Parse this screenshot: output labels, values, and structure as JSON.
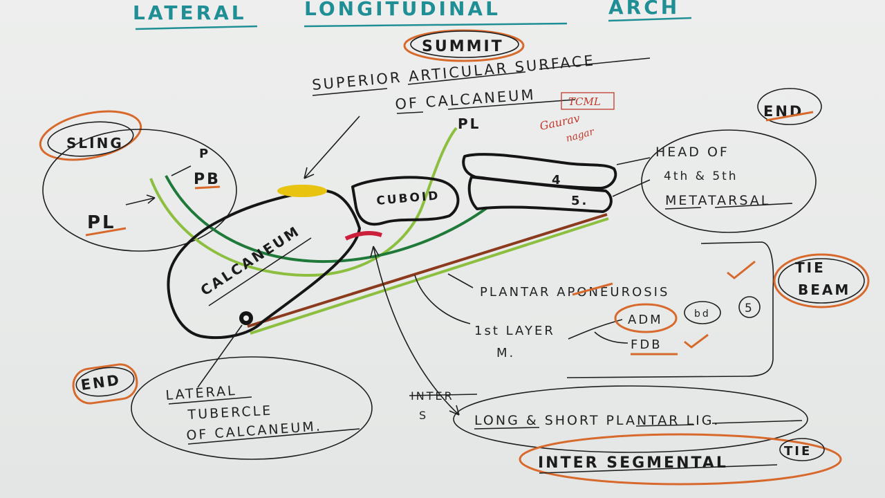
{
  "title": {
    "part1": "LATERAL",
    "part2": "LONGITUDINAL",
    "part3": "ARCH"
  },
  "summit": {
    "label": "SUMMIT",
    "desc_line1": "SUPERIOR ARTICULAR SURFACE",
    "desc_line2": "OF CALCANEUM"
  },
  "watermark": {
    "box": "TCML",
    "signature_line1": "Gaurav",
    "signature_line2": "nagar"
  },
  "sling": {
    "label": "SLING",
    "pb": "PB",
    "p_mark": "P",
    "pl_inner": "PL",
    "pl_top": "PL"
  },
  "bones": {
    "calcaneum": "CALCANEUM",
    "cuboid": "CUBOID",
    "mt4": "4",
    "mt5": "5."
  },
  "end_front": {
    "label": "END",
    "head_line1": "HEAD OF",
    "head_line2": "4th & 5th",
    "head_line3": "METATARSAL"
  },
  "end_back": {
    "label": "END",
    "tubercle_line1": "LATERAL",
    "tubercle_line2": "TUBERCLE",
    "tubercle_line3": "OF CALCANEUM."
  },
  "tie_beam": {
    "line1": "TIE",
    "line2": "BEAM"
  },
  "plantar": {
    "aponeurosis": "PLANTAR APONEUROSIS",
    "layer_line1": "1st LAYER",
    "layer_line2": "M.",
    "adm": "ADM",
    "adm_note": "bd",
    "circled_number": "5",
    "fdb": "FDB"
  },
  "ligament": {
    "struck": "INTER",
    "seg_mark": "S",
    "long_short": "LONG & SHORT PLANTAR LIG.",
    "intersegmental": "INTER SEGMENTAL",
    "tie": "TIE"
  },
  "colors": {
    "title": "#1f8f95",
    "ink": "#1e1e1e",
    "highlight_orange": "#d8692c",
    "pl_tendon": "#8cbf3f",
    "pb_tendon": "#1f7a3a",
    "aponeurosis_brown": "#8b3a1e",
    "summit_yellow": "#e8c30f",
    "joint_red": "#cc1f3a"
  }
}
